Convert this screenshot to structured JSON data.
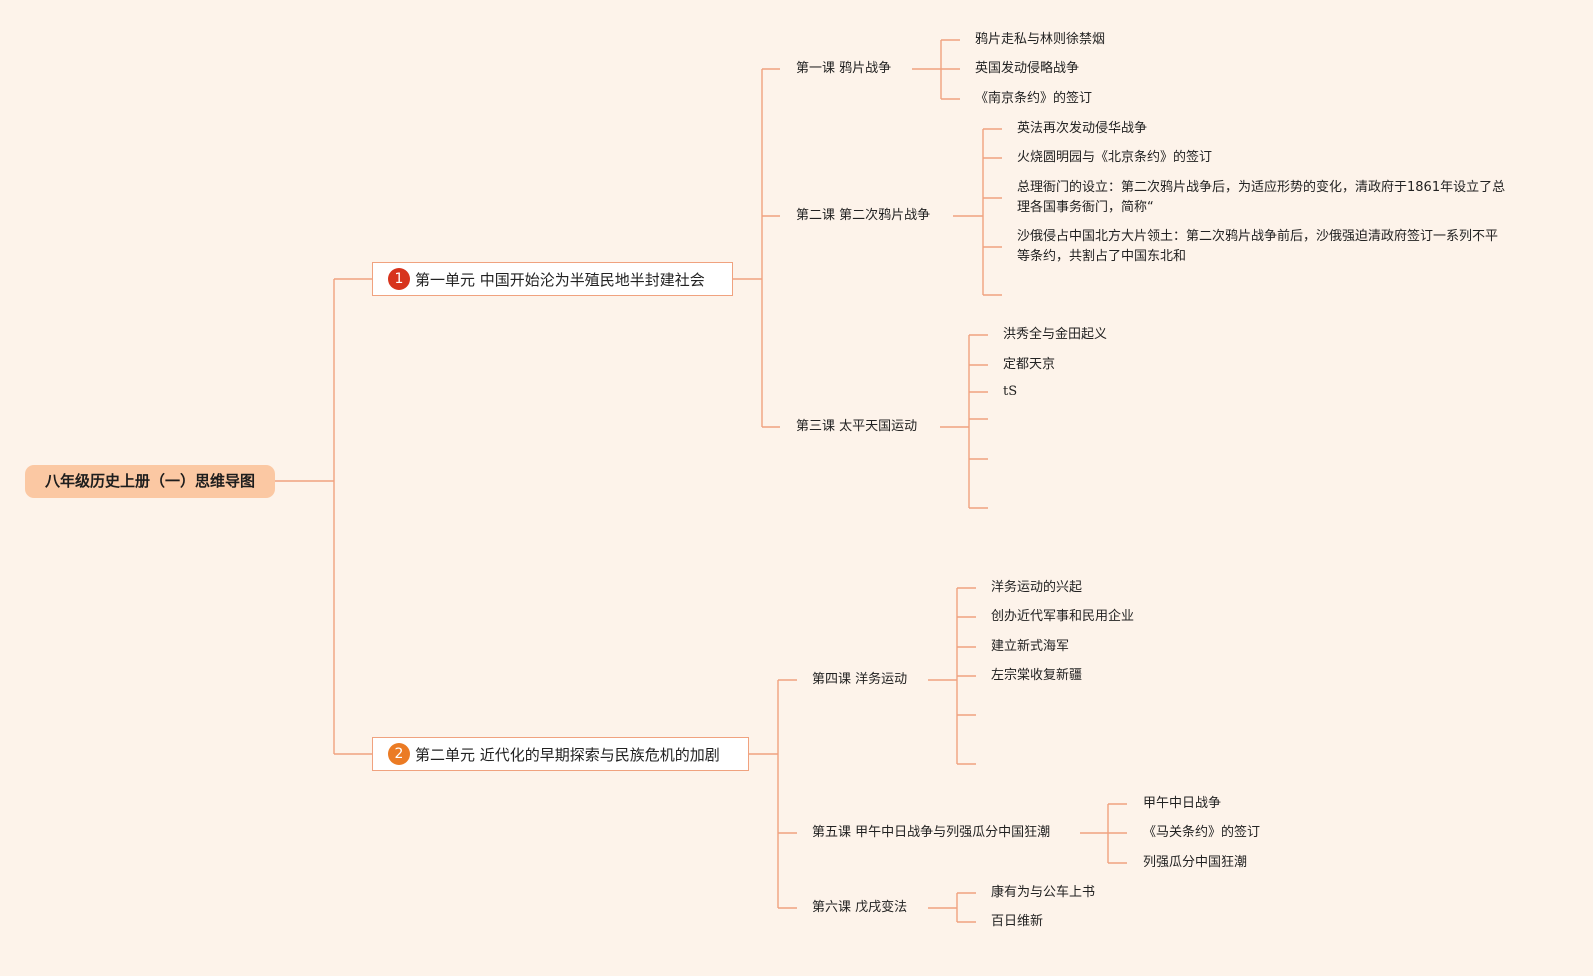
{
  "root": {
    "title": "八年级历史上册（一）思维导图"
  },
  "units": [
    {
      "number": "1",
      "title": "第一单元 中国开始沦为半殖民地半封建社会",
      "lessons": [
        {
          "title": "第一课 鸦片战争",
          "items": [
            "鸦片走私与林则徐禁烟",
            "英国发动侵略战争",
            "《南京条约》的签订"
          ]
        },
        {
          "title": "第二课 第二次鸦片战争",
          "items": [
            "英法再次发动侵华战争",
            "火烧圆明园与《北京条约》的签订",
            "总理衙门的设立：第二次鸦片战争后，为适应形势的变化，清政府于1861年设立了总理各国事务衙门，简称“",
            "沙俄侵占中国北方大片领土：第二次鸦片战争前后，沙俄强迫清政府签订一系列不平等条约，共割占了中国东北和"
          ]
        },
        {
          "title": "第三课 太平天国运动",
          "items": [
            "洪秀全与金田起义",
            "定都天京",
            "tS"
          ]
        }
      ]
    },
    {
      "number": "2",
      "title": "第二单元 近代化的早期探索与民族危机的加剧",
      "lessons": [
        {
          "title": "第四课 洋务运动",
          "items": [
            "洋务运动的兴起",
            "创办近代军事和民用企业",
            "建立新式海军",
            "左宗棠收复新疆"
          ]
        },
        {
          "title": "第五课 甲午中日战争与列强瓜分中国狂潮",
          "items": [
            "甲午中日战争",
            "《马关条约》的签订",
            "列强瓜分中国狂潮"
          ]
        },
        {
          "title": "第六课 戊戌变法",
          "items": [
            "康有为与公车上书",
            "百日维新"
          ]
        }
      ]
    }
  ],
  "colors": {
    "background": "#fdf3ea",
    "connector": "#f0a27f",
    "root_fill": "#fbc8a3",
    "unit1_badge": "#d7341d",
    "unit2_badge": "#eb7b24"
  }
}
